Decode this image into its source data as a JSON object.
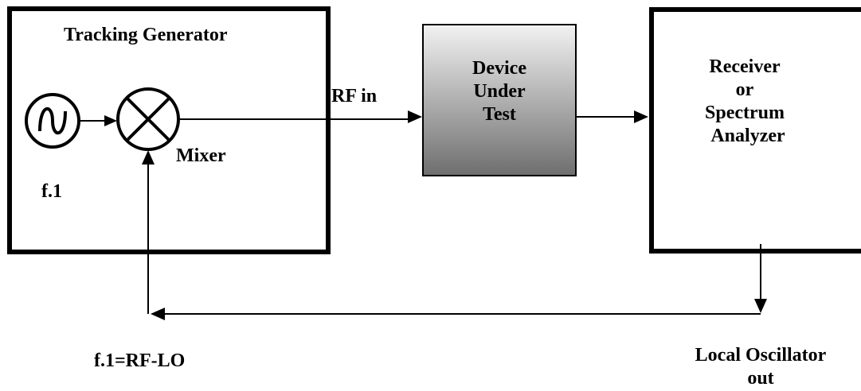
{
  "diagram": {
    "tracking_generator": {
      "title": "Tracking Generator",
      "oscillator_label": "f.1",
      "mixer_label": "Mixer"
    },
    "rf_in_label": "RF in",
    "dut": {
      "line1": "Device",
      "line2": "Under",
      "line3": "Test"
    },
    "receiver": {
      "line1": "Receiver",
      "line2": "or",
      "line3": "Spectrum",
      "line4": "Analyzer"
    },
    "formula_label": "f.1=RF-LO",
    "lo_out": {
      "line1": "Local Oscillator",
      "line2": "out"
    },
    "colors": {
      "stroke": "#000000",
      "dut_gradient_light": "#f2f2f2",
      "dut_gradient_dark": "#6e6e6e"
    }
  }
}
